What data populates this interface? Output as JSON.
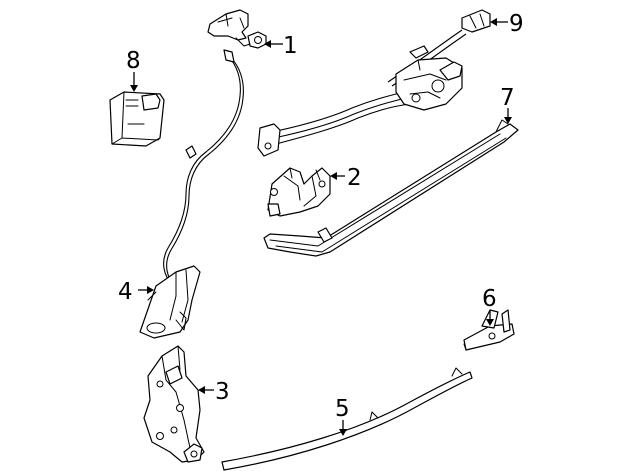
{
  "callouts": [
    {
      "id": "1",
      "label": "1",
      "target": "latch-bracket"
    },
    {
      "id": "2",
      "label": "2",
      "target": "lock-actuator"
    },
    {
      "id": "3",
      "label": "3",
      "target": "rear-bracket"
    },
    {
      "id": "4",
      "label": "4",
      "target": "cable-housing"
    },
    {
      "id": "5",
      "label": "5",
      "target": "lower-trim-strip"
    },
    {
      "id": "6",
      "label": "6",
      "target": "small-bracket"
    },
    {
      "id": "7",
      "label": "7",
      "target": "guide-rail"
    },
    {
      "id": "8",
      "label": "8",
      "target": "control-module"
    },
    {
      "id": "9",
      "label": "9",
      "target": "motor-harness"
    }
  ]
}
